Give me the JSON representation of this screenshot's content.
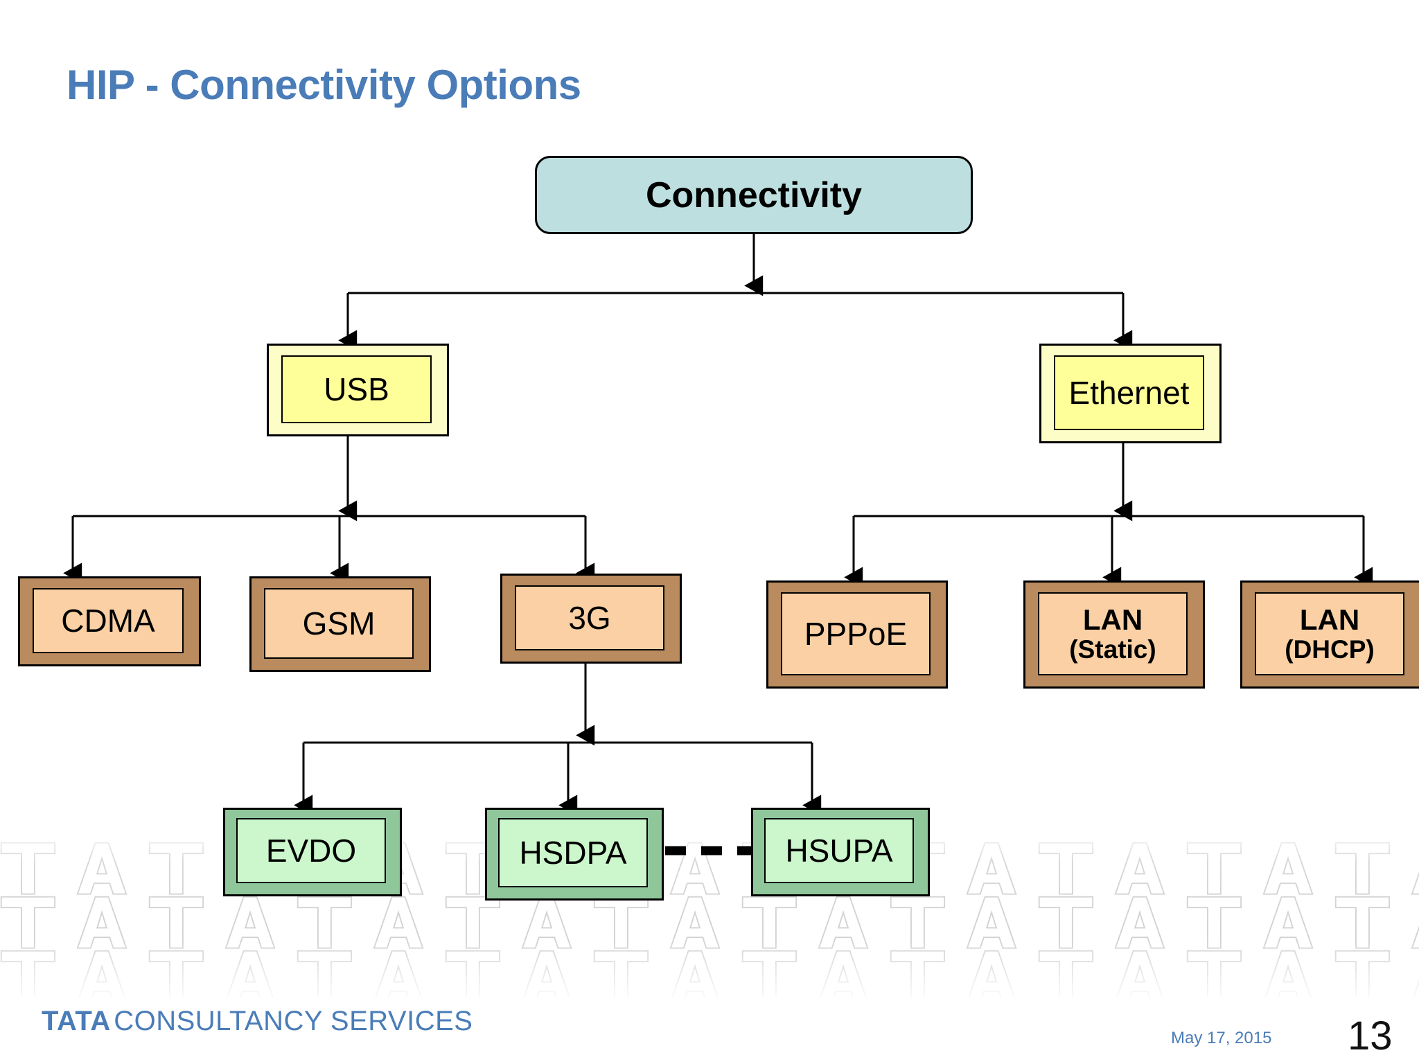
{
  "slide": {
    "title": "HIP - Connectivity Options",
    "title_color": "#4a7cb8",
    "background": "#ffffff"
  },
  "diagram": {
    "type": "tree",
    "root": {
      "id": "connectivity",
      "label": "Connectivity",
      "fill": "#bddfe0",
      "shape": "rounded-rectangle",
      "bold": true
    },
    "level2": [
      {
        "id": "usb",
        "label": "USB",
        "fill": "#ffff99",
        "shape": "bevel-3d",
        "bold": false
      },
      {
        "id": "ethernet",
        "label": "Ethernet",
        "fill": "#ffff99",
        "shape": "bevel-3d",
        "bold": false
      }
    ],
    "usb_children": [
      {
        "id": "cdma",
        "label": "CDMA",
        "fill": "#fad0a4",
        "shape": "bevel-3d",
        "bold": false
      },
      {
        "id": "gsm",
        "label": "GSM",
        "fill": "#fad0a4",
        "shape": "bevel-3d",
        "bold": false
      },
      {
        "id": "threeg",
        "label": "3G",
        "fill": "#fad0a4",
        "shape": "bevel-3d",
        "bold": false
      }
    ],
    "ethernet_children": [
      {
        "id": "pppoe",
        "label": "PPPoE",
        "label2": "",
        "fill": "#fad0a4",
        "shape": "bevel-3d",
        "bold": false
      },
      {
        "id": "lan-static",
        "label": "LAN",
        "label2": "(Static)",
        "fill": "#fad0a4",
        "shape": "bevel-3d",
        "bold": true
      },
      {
        "id": "lan-dhcp",
        "label": "LAN",
        "label2": "(DHCP)",
        "fill": "#fad0a4",
        "shape": "bevel-3d",
        "bold": true
      }
    ],
    "threeg_children": [
      {
        "id": "evdo",
        "label": "EVDO",
        "fill": "#ccf7cc",
        "shape": "bevel-3d",
        "bold": false
      },
      {
        "id": "hsdpa",
        "label": "HSDPA",
        "fill": "#ccf7cc",
        "shape": "bevel-3d",
        "bold": false
      },
      {
        "id": "hsupa",
        "label": "HSUPA",
        "fill": "#ccf7cc",
        "shape": "bevel-3d",
        "bold": false
      }
    ],
    "dashed_link": {
      "from": "hsdpa",
      "to": "hsupa",
      "style": "dashed",
      "dashes": 3
    }
  },
  "watermark": {
    "text": "TATA",
    "color": "#cccccc"
  },
  "footer": {
    "logo_primary": "TATA",
    "logo_secondary": "CONSULTANCY SERVICES",
    "logo_color": "#4a7cb8",
    "date": "May 17, 2015",
    "page_number": "13"
  }
}
